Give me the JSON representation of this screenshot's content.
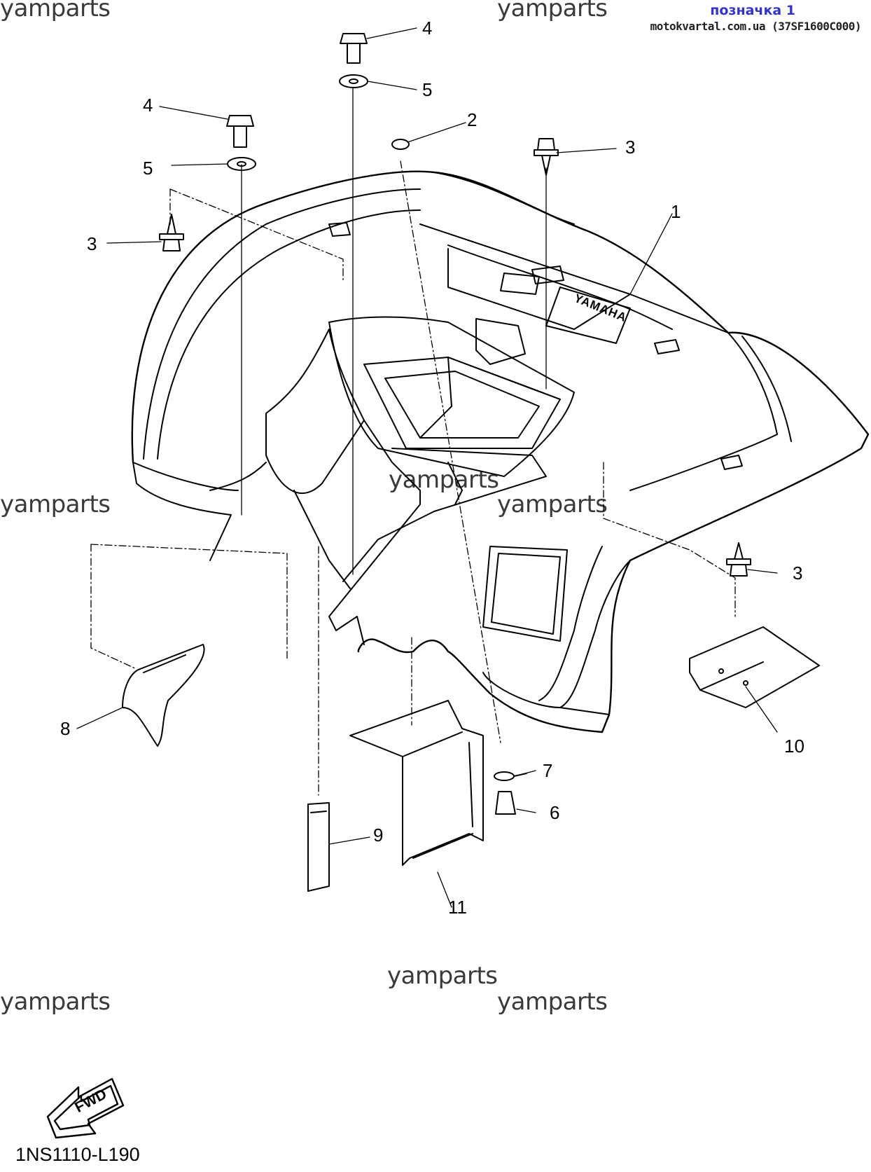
{
  "header": {
    "title": "позначка 1",
    "source": "motokvartal.com.ua (37SF1600C000)"
  },
  "watermarks": [
    "yamparts",
    "yamparts",
    "yamparts",
    "yamparts",
    "yamparts",
    "yamparts",
    "yamparts",
    "yamparts"
  ],
  "callouts": [
    "4",
    "5",
    "4",
    "5",
    "2",
    "3",
    "3",
    "1",
    "3",
    "8",
    "9",
    "10",
    "11",
    "7",
    "6"
  ],
  "emblem": "YAMAHA",
  "fwd_label": "FWD",
  "diagram_code": "1NS1110-L190"
}
